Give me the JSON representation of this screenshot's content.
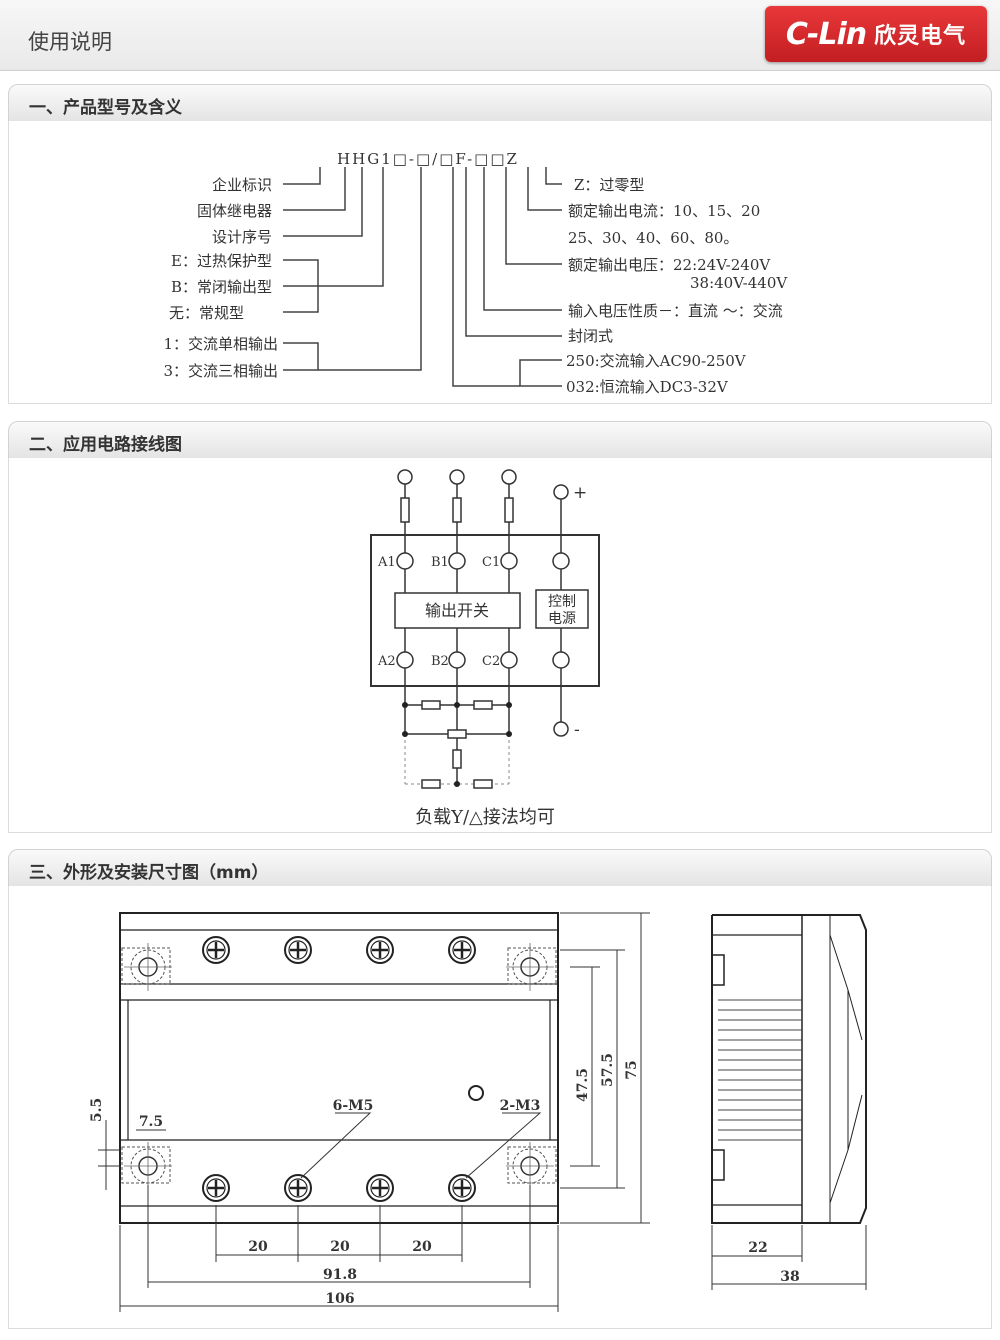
{
  "header": {
    "title": "使用说明",
    "logo_mark": "C-Lin",
    "logo_cn": "欣灵电气"
  },
  "sections": {
    "s1": {
      "title": "一、产品型号及含义"
    },
    "s2": {
      "title": "二、应用电路接线图"
    },
    "s3": {
      "title": "三、外形及安装尺寸图（mm）"
    }
  },
  "model": {
    "code": "HHG1□-□/□F-□□Z",
    "left_labels": [
      "企业标识",
      "固体继电器",
      "设计序号",
      "E：过热保护型",
      "B：常闭输出型",
      "无：常规型",
      "1：交流单相输出",
      "3：交流三相输出"
    ],
    "right_labels": [
      "Z：过零型",
      "额定输出电流：10、15、20",
      "25、30、40、60、80。",
      "额定输出电压：22:24V-240V",
      "38:40V-440V",
      "输入电压性质－：直流 ～：交流",
      "封闭式",
      "250:交流输入AC90-250V",
      "032:恒流输入DC3-32V"
    ]
  },
  "circuit": {
    "plus": "+",
    "minus": "-",
    "terminals": [
      "A1",
      "B1",
      "C1",
      "A2",
      "B2",
      "C2"
    ],
    "switch_label": "输出开关",
    "power_label_1": "控制",
    "power_label_2": "电源",
    "caption": "负载Y/△接法均可"
  },
  "dimensions": {
    "front": {
      "h1": "47.5",
      "h2": "57.5",
      "h3": "75",
      "v1": "5.5",
      "v2": "7.5",
      "callout1": "6-M5",
      "callout2": "2-M3",
      "pitch": "20",
      "w1": "91.8",
      "w2": "106"
    },
    "side": {
      "w1": "22",
      "w2": "38"
    }
  }
}
